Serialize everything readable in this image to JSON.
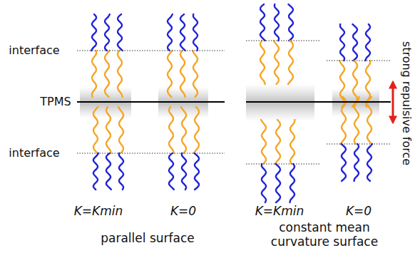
{
  "diagram": {
    "labels": [
      "interface",
      "TPMS",
      "interface",
      "K=Kmin",
      "K=0",
      "K=Kmin",
      "K=0",
      "parallel surface",
      "constant mean curvature surface",
      "strong repulsive force"
    ]
  }
}
